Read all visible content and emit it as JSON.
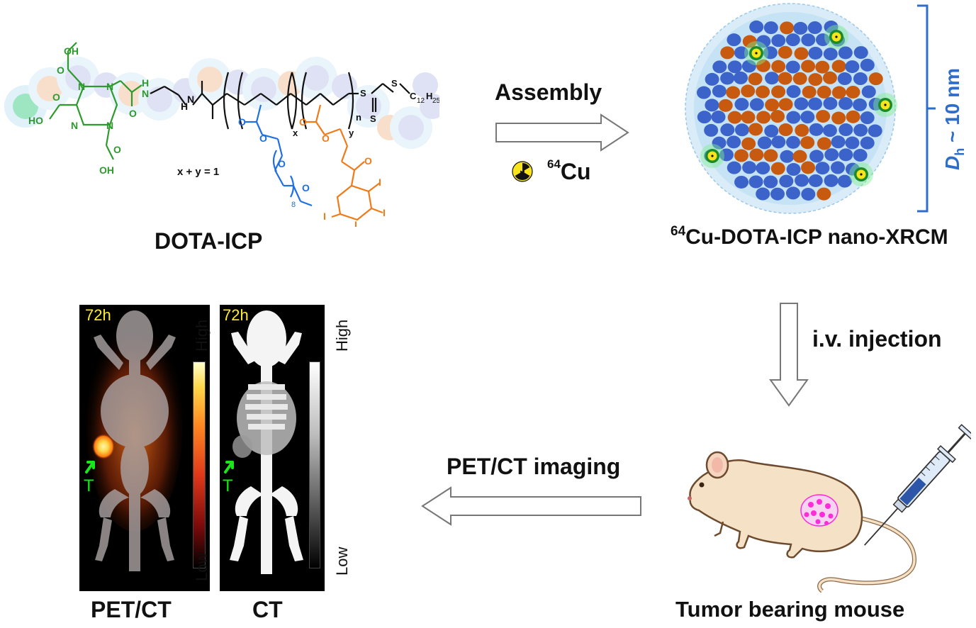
{
  "colors": {
    "dota_green": "#2e9a2e",
    "peg_blue": "#1f6fe0",
    "iodo_orange": "#f07a18",
    "bead_blue": "#3b63c9",
    "bead_orange": "#c85a10",
    "halo": "#b9dcf3",
    "bracket": "#2f6ec8",
    "tumor": "#ff2bd8",
    "arrow_green": "#18e818"
  },
  "polymer": {
    "name": "DOTA-ICP",
    "condition": "x + y = 1",
    "atoms": {
      "oh1": "OH",
      "ho": "HO",
      "oh2": "OH",
      "o1": "O",
      "o2": "O",
      "o3": "O",
      "n1": "N",
      "n2": "N",
      "n3": "N",
      "n4": "N",
      "nh1": "H",
      "nh2": "N",
      "nh3": "H",
      "nh4": "N",
      "o_amide": "O",
      "sub_x": "x",
      "sub_y": "y",
      "sub_n": "n",
      "s1": "S",
      "s2": "S",
      "s3": "S",
      "c": "C",
      "c_sub": "12",
      "h": "H",
      "h_sub": "25",
      "peg_o1": "O",
      "peg_o2": "O",
      "peg_o3": "O",
      "peg_o4": "O",
      "peg_8": "8",
      "est_o1": "O",
      "est_o2": "O",
      "est_o3": "O",
      "i1": "I",
      "i2": "I",
      "i3": "I",
      "i4": "I"
    }
  },
  "micelle": {
    "name_sup": "64",
    "name": "Cu-DOTA-ICP nano-XRCM",
    "size_label_D": "D",
    "size_label_sub": "h",
    "size_label_value": " ~ 10 nm"
  },
  "steps": {
    "assembly": "Assembly",
    "isotope_sup": "64",
    "isotope": "Cu",
    "injection": "i.v. injection",
    "imaging": "PET/CT imaging"
  },
  "mouse_label": "Tumor bearing mouse",
  "panels": [
    {
      "label": "PET/CT",
      "time": "72h",
      "high": "High",
      "low": "Low",
      "marker": "T"
    },
    {
      "label": "CT",
      "time": "72h",
      "high": "High",
      "low": "Low",
      "marker": "T"
    }
  ]
}
